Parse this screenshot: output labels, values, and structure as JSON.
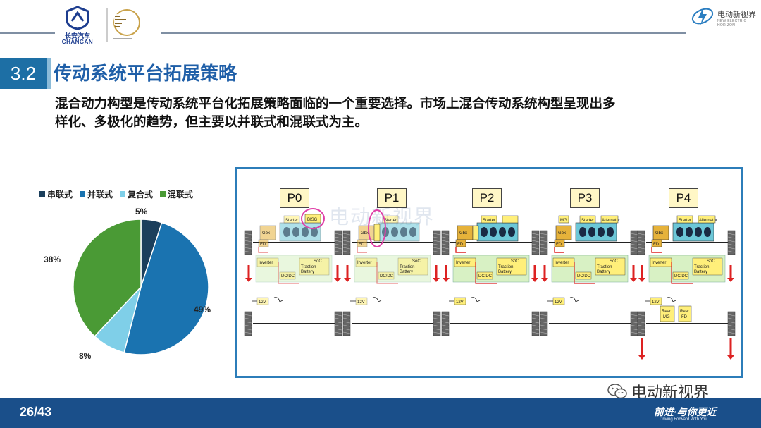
{
  "header": {
    "changan_logo_cn": "长安汽车",
    "changan_logo_en": "CHANGAN",
    "right_logo_cn": "电动新视界",
    "right_logo_en": "NEW ELECTRIC HORIZON"
  },
  "section": {
    "number": "3.2",
    "title": "传动系统平台拓展策略"
  },
  "intro": {
    "line1": "混合动力构型是传动系统平台化拓展策略面临的一个重要选择。市场上混合传动系统构型呈现出多",
    "line2": "样化、多极化的趋势，但主要以并联式和混联式为主。"
  },
  "legend": [
    {
      "label": "串联式",
      "color": "#1b3f5c"
    },
    {
      "label": "并联式",
      "color": "#1a73b0"
    },
    {
      "label": "复合式",
      "color": "#7fcfe8"
    },
    {
      "label": "混联式",
      "color": "#4a9a35"
    }
  ],
  "chart_data": {
    "type": "pie",
    "categories": [
      "串联式",
      "并联式",
      "复合式",
      "混联式"
    ],
    "values": [
      5,
      49,
      8,
      38
    ],
    "value_labels": [
      "5%",
      "49%",
      "8%",
      "38%"
    ],
    "colors": [
      "#1b3f5c",
      "#1a73b0",
      "#7fcfe8",
      "#4a9a35"
    ],
    "legend_position": "top",
    "title": ""
  },
  "diagram": {
    "positions": [
      "P0",
      "P1",
      "P2",
      "P3",
      "P4"
    ],
    "watermark_cn": "电动新视界",
    "watermark_en": "NEW ELECTRIC HORIZON",
    "labels": {
      "starter": "Starter",
      "alternator": "Alternator",
      "bisg": "BISG",
      "gbx": "Gbx",
      "fd": "FD",
      "mg": "MG",
      "inverter": "Inverter",
      "soc": "SoC",
      "traction": "Traction",
      "battery": "Battery",
      "dcdc": "DC/DC",
      "v12": "12V",
      "rear_mg": "Rear MG",
      "rear_fd": "Rear FD"
    }
  },
  "footer": {
    "page": "26/43",
    "slogan_cn": "前进·与你更近",
    "slogan_en": "Driving Forward With You",
    "wechat": "电动新视界"
  }
}
